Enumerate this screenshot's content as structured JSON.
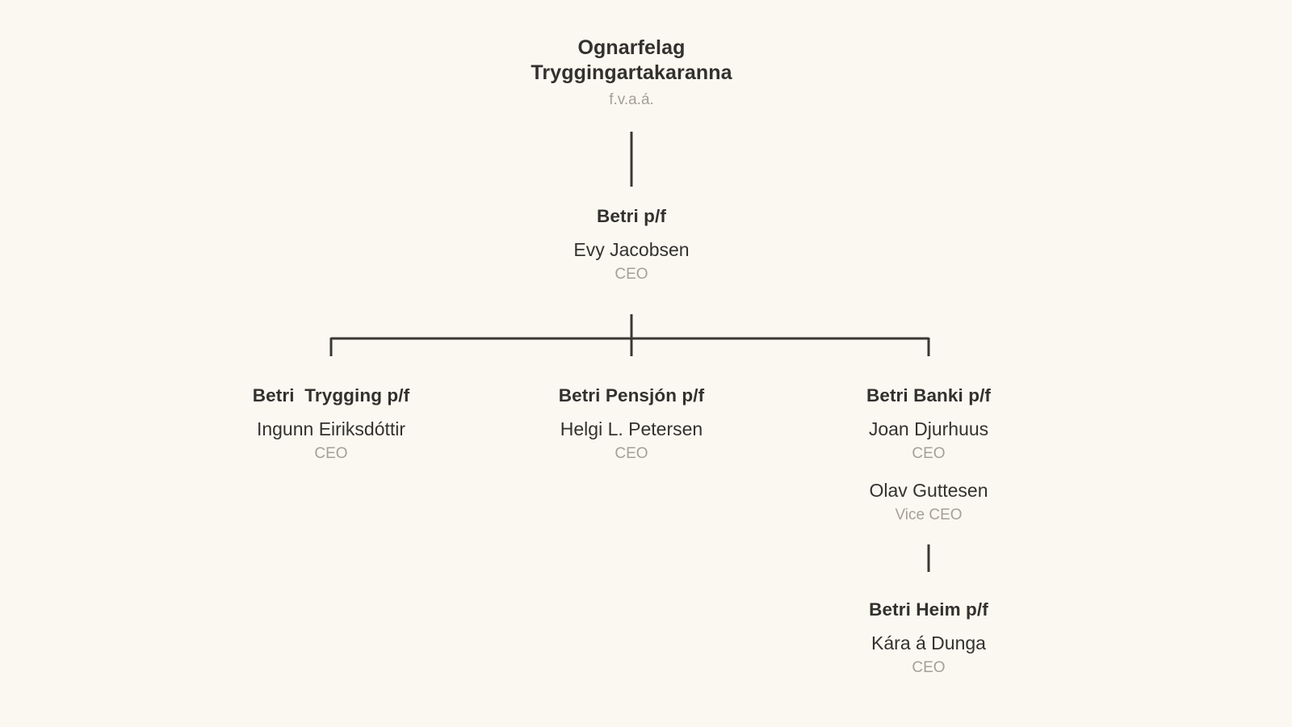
{
  "chart": {
    "type": "org-chart",
    "background_color": "#faf8f1",
    "line_color": "#3a3832",
    "title_color": "#33312d",
    "name_color": "#34322e",
    "muted_color": "#a5a099",
    "nodes": {
      "root": {
        "title": "Ognarfelag\nTryggingartakaranna",
        "title_line_1": "Ognarfelag",
        "title_line_2": "Tryggingartakaranna",
        "subtitle": "f.v.a.á.",
        "people": []
      },
      "betri": {
        "title": "Betri p/f",
        "subtitle": "",
        "people": [
          {
            "name": "Evy Jacobsen",
            "role": "CEO"
          }
        ]
      },
      "trygging": {
        "title": "Betri  Trygging p/f",
        "subtitle": "",
        "people": [
          {
            "name": "Ingunn Eiriksdóttir",
            "role": "CEO"
          }
        ]
      },
      "pensjon": {
        "title": "Betri Pensjón p/f",
        "subtitle": "",
        "people": [
          {
            "name": "Helgi L. Petersen",
            "role": "CEO"
          }
        ]
      },
      "banki": {
        "title": "Betri Banki p/f",
        "subtitle": "",
        "people": [
          {
            "name": "Joan Djurhuus",
            "role": "CEO"
          },
          {
            "name": "Olav Guttesen",
            "role": "Vice CEO"
          }
        ]
      },
      "heim": {
        "title": "Betri Heim p/f",
        "subtitle": "",
        "people": [
          {
            "name": "Kára á Dunga",
            "role": "CEO"
          }
        ]
      }
    },
    "edges": [
      {
        "from": "root",
        "to": "betri"
      },
      {
        "from": "betri",
        "to": "trygging"
      },
      {
        "from": "betri",
        "to": "pensjon"
      },
      {
        "from": "betri",
        "to": "banki"
      },
      {
        "from": "banki",
        "to": "heim"
      }
    ]
  }
}
